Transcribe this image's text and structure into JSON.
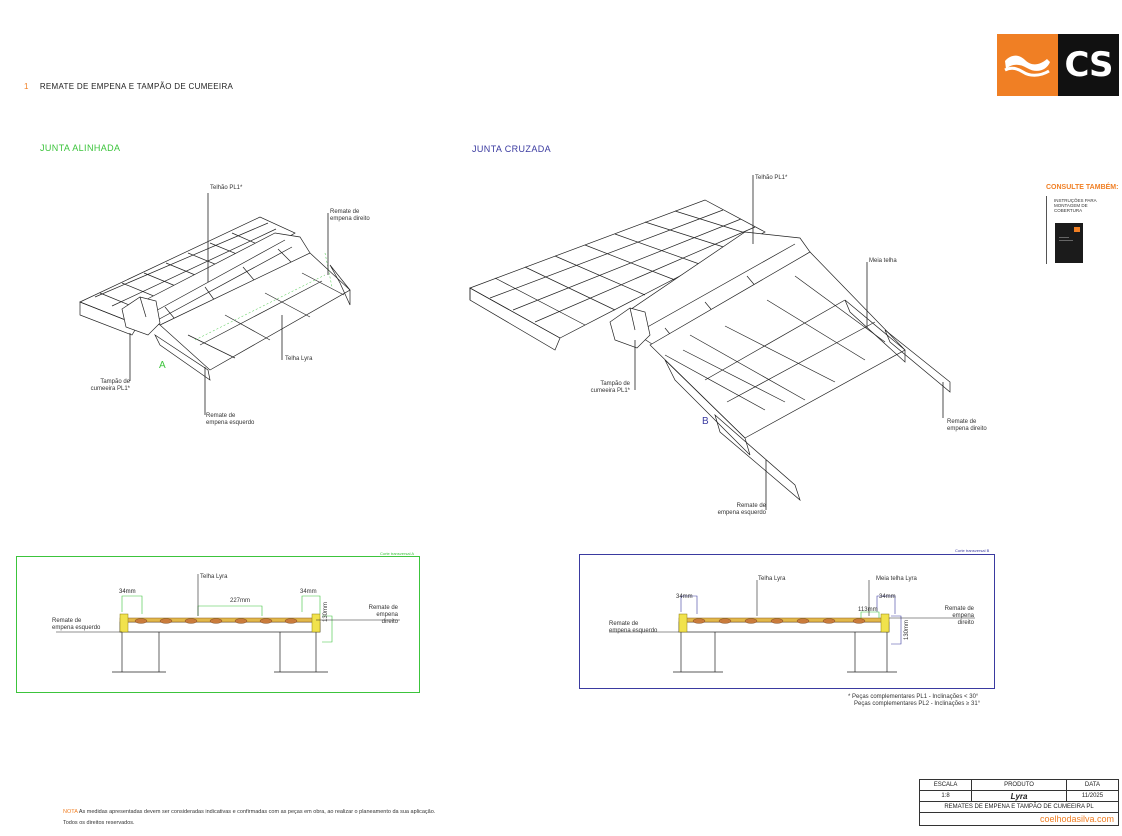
{
  "header": {
    "number": "1",
    "title": "REMATE DE EMPENA E TAMPÃO DE CUMEEIRA"
  },
  "logo": {
    "text": "CS",
    "orange": "#f07f24",
    "dark": "#111111",
    "icon": "wave-brand-icon"
  },
  "sidebar": {
    "title": "CONSULTE TAMBÉM:",
    "doc_lines": [
      "INSTRUÇÕES PARA",
      "MONTAGEM DE",
      "COBERTURA"
    ]
  },
  "left_drawing": {
    "title": "JUNTA ALINHADA",
    "color": "#3cc43c",
    "marker": "A",
    "labels": {
      "telhao": "Telhão PL1*",
      "remate_dir": [
        "Remate de",
        "empena direito"
      ],
      "telha": "Telha Lyra",
      "tampao": [
        "Tampão de",
        "cumeeira PL1*"
      ],
      "remate_esq": [
        "Remate de",
        "empena esquerdo"
      ]
    }
  },
  "right_drawing": {
    "title": "JUNTA CRUZADA",
    "color": "#3a3aa0",
    "marker": "B",
    "labels": {
      "telhao": "Telhão PL1*",
      "meia": "Meia telha",
      "tampao": [
        "Tampão de",
        "cumeeira PL1*"
      ],
      "remate_dir": [
        "Remate de",
        "empena direito"
      ],
      "remate_esq": [
        "Remate de",
        "empena esquerdo"
      ]
    }
  },
  "section_a": {
    "caption": "Corte transversal A",
    "telha": "Telha Lyra",
    "dim_left": "34mm",
    "dim_mid": "227mm",
    "dim_right": "34mm",
    "dim_height": "130mm",
    "remate_esq": [
      "Remate de",
      "empena esquerdo"
    ],
    "remate_dir": [
      "Remate de",
      "empena direito"
    ]
  },
  "section_b": {
    "caption": "Corte transversal B",
    "telha": "Telha Lyra",
    "meia": "Meia telha Lyra",
    "dim_left": "34mm",
    "dim_mid": "113mm",
    "dim_right": "34mm",
    "dim_height": "130mm",
    "remate_esq": [
      "Remate de",
      "empena esquerdo"
    ],
    "remate_dir": [
      "Remate de",
      "empena direito"
    ]
  },
  "footnote": [
    "* Peças complementares PL1 - Inclinações < 30°",
    "Peças complementares PL2 - Inclinações ≥ 31°"
  ],
  "note": {
    "label": "NOTA",
    "text": "As medidas apresentadas devem ser consideradas indicativas e confirmadas com as peças em obra, ao realizar o planeamento da sua aplicação.",
    "rights": "Todos os direitos reservados."
  },
  "titleblock": {
    "h_escala": "ESCALA",
    "h_produto": "PRODUTO",
    "h_data": "DATA",
    "escala": "1:8",
    "produto": "Lyra",
    "data": "11/2025",
    "descricao": "REMATES DE EMPENA E TAMPÃO DE CUMEEIRA PL",
    "website": "coelhodasilva.com"
  }
}
